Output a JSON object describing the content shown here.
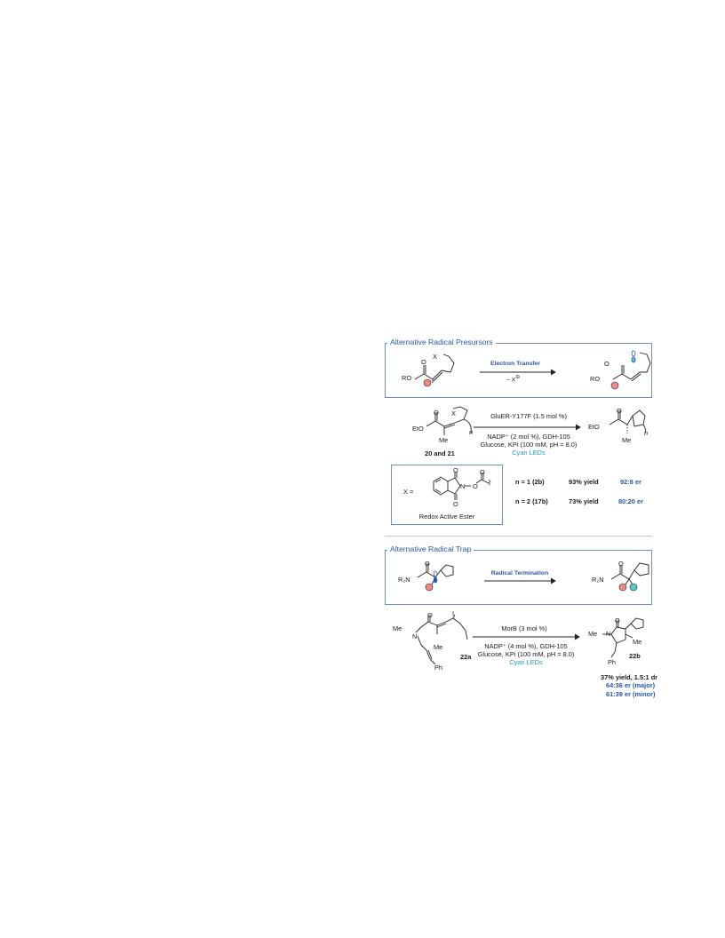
{
  "section1": {
    "title": "Alternative Radical Presursors",
    "arrow_label": "Electron Transfer",
    "arrow_sublabel": "– X",
    "arrow_sublabel_charge": "⊖",
    "sm_labels": {
      "X": "X",
      "O": "O",
      "RO": "RO"
    },
    "product_labels": {
      "O": "O",
      "RO": "RO"
    }
  },
  "reaction1": {
    "sm": {
      "O": "O",
      "EtO": "EtO",
      "X": "X",
      "Me": "Me",
      "n": "n"
    },
    "compound_label": "20 and 21",
    "conditions": {
      "catalyst": "GluER-Y177F (1.5 mol %)",
      "line2": "NADP⁺ (2 mol %), GDH-105",
      "line3": "Glucose, KPi (100 mM, pH = 8.0)",
      "light": "Cyan LEDs"
    },
    "product": {
      "O": "O",
      "EtO": "EtO",
      "Me": "Me",
      "n": "n"
    }
  },
  "redox_ester": {
    "x_label": "X =",
    "caption": "Redox Active Ester",
    "atoms": {
      "O_top": "O",
      "O_bottom": "O",
      "N": "N",
      "O_link": "O",
      "O_carbonyl": "O"
    }
  },
  "results_table": [
    {
      "n": "n = 1 (2b)",
      "yield": "93% yield",
      "er": "92:8 er"
    },
    {
      "n": "n = 2 (17b)",
      "yield": "73% yield",
      "er": "80:20 er"
    }
  ],
  "section2": {
    "title": "Alternative Radical Trap",
    "arrow_label": "Radical Termination",
    "sm_labels": {
      "O": "O",
      "R2N": "R₂N"
    },
    "product_labels": {
      "O": "O",
      "R2N": "R₂N"
    }
  },
  "reaction2": {
    "sm": {
      "Me": "Me",
      "N": "N",
      "O": "O",
      "I": "I",
      "Me2": "Me",
      "Ph": "Ph"
    },
    "compound_label_sm": "22a",
    "conditions": {
      "catalyst": "MorB (3 mol %)",
      "line2": "NADP⁺ (4 mol %), GDH-105",
      "line3": "Glucose, KPi (100 mM, pH = 8.0)",
      "light": "Cyan LEDs"
    },
    "product": {
      "O": "O",
      "Me": "Me",
      "N": "N",
      "Me2": "Me",
      "Ph": "Ph"
    },
    "compound_label_product": "22b",
    "result_yield": "37% yield, 1.5:1 dr",
    "result_er_major": "64:36 er (major)",
    "result_er_minor": "61:39 er (minor)"
  },
  "colors": {
    "accent_blue": "#2a56a3",
    "accent_cyan": "#1f9bb3",
    "radical_red": "#f08a8a",
    "radical_teal": "#5cc8c8",
    "box_border": "#6d8fc7"
  }
}
